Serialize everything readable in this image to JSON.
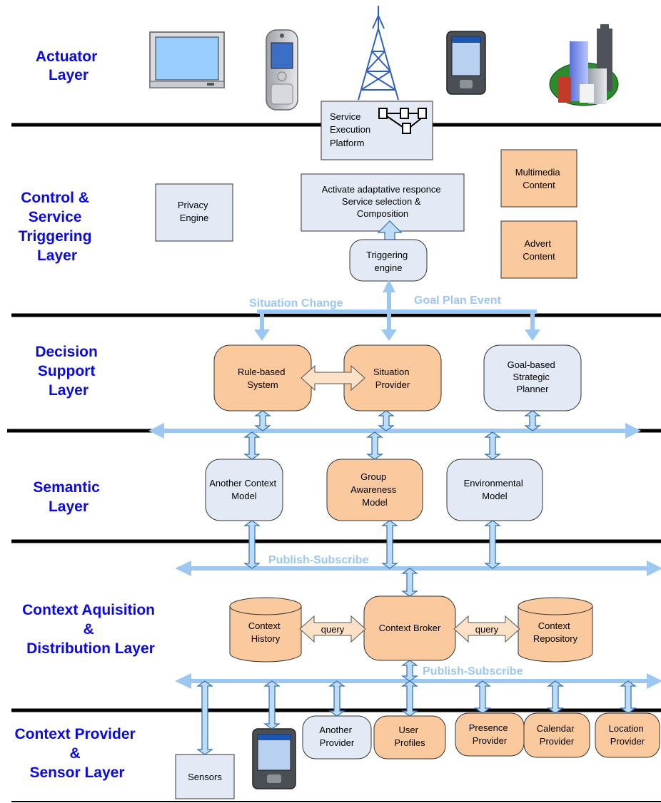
{
  "layers": {
    "actuator": [
      "Actuator",
      "Layer"
    ],
    "control": [
      "Control &",
      "Service",
      "Triggering",
      "Layer"
    ],
    "decision": [
      "Decision",
      "Support",
      "Layer"
    ],
    "semantic": [
      "Semantic",
      "Layer"
    ],
    "acquisition": [
      "Context Aquisition",
      "&",
      "Distribution Layer"
    ],
    "provider": [
      "Context Provider",
      "&",
      "Sensor Layer"
    ]
  },
  "control": {
    "service_execution": [
      "Service",
      "Execution",
      "Platform"
    ],
    "privacy_engine": [
      "Privacy",
      "Engine"
    ],
    "adaptive_response": [
      "Activate adaptative responce",
      "Service selection &",
      "Composition"
    ],
    "multimedia": [
      "Multimedia",
      "Content"
    ],
    "advert": [
      "Advert",
      "Content"
    ],
    "triggering_engine": [
      "Triggering",
      "engine"
    ],
    "situation_change": "Situation Change",
    "goal_plan_event": "Goal Plan Event"
  },
  "decision": {
    "rule_based": [
      "Rule-based",
      "System"
    ],
    "situation_provider": [
      "Situation",
      "Provider"
    ],
    "goal_planner": [
      "Goal-based",
      "Strategic",
      "Planner"
    ]
  },
  "semantic": {
    "another_context": [
      "Another Context",
      "Model"
    ],
    "group_awareness": [
      "Group",
      "Awareness",
      "Model"
    ],
    "environmental": [
      "Environmental",
      "Model"
    ]
  },
  "acquisition": {
    "publish_subscribe_upper": "Publish-Subscribe",
    "publish_subscribe_lower": "Publish-Subscribe",
    "context_history": [
      "Context",
      "History"
    ],
    "context_broker": "Context Broker",
    "context_repository": [
      "Context",
      "Repository"
    ],
    "query_left": "query",
    "query_right": "query"
  },
  "provider": {
    "sensors": "Sensors",
    "another": [
      "Another",
      "Provider"
    ],
    "user_profiles": [
      "User",
      "Profiles"
    ],
    "presence": [
      "Presence",
      "Provider"
    ],
    "calendar": [
      "Calendar",
      "Provider"
    ],
    "location": [
      "Location",
      "Provider"
    ]
  },
  "colors": {
    "layer_label": "#0a0ae6",
    "bus": "#9cc7f0",
    "orange_box": "#fac99e",
    "blue_box": "#e3eaf5"
  }
}
